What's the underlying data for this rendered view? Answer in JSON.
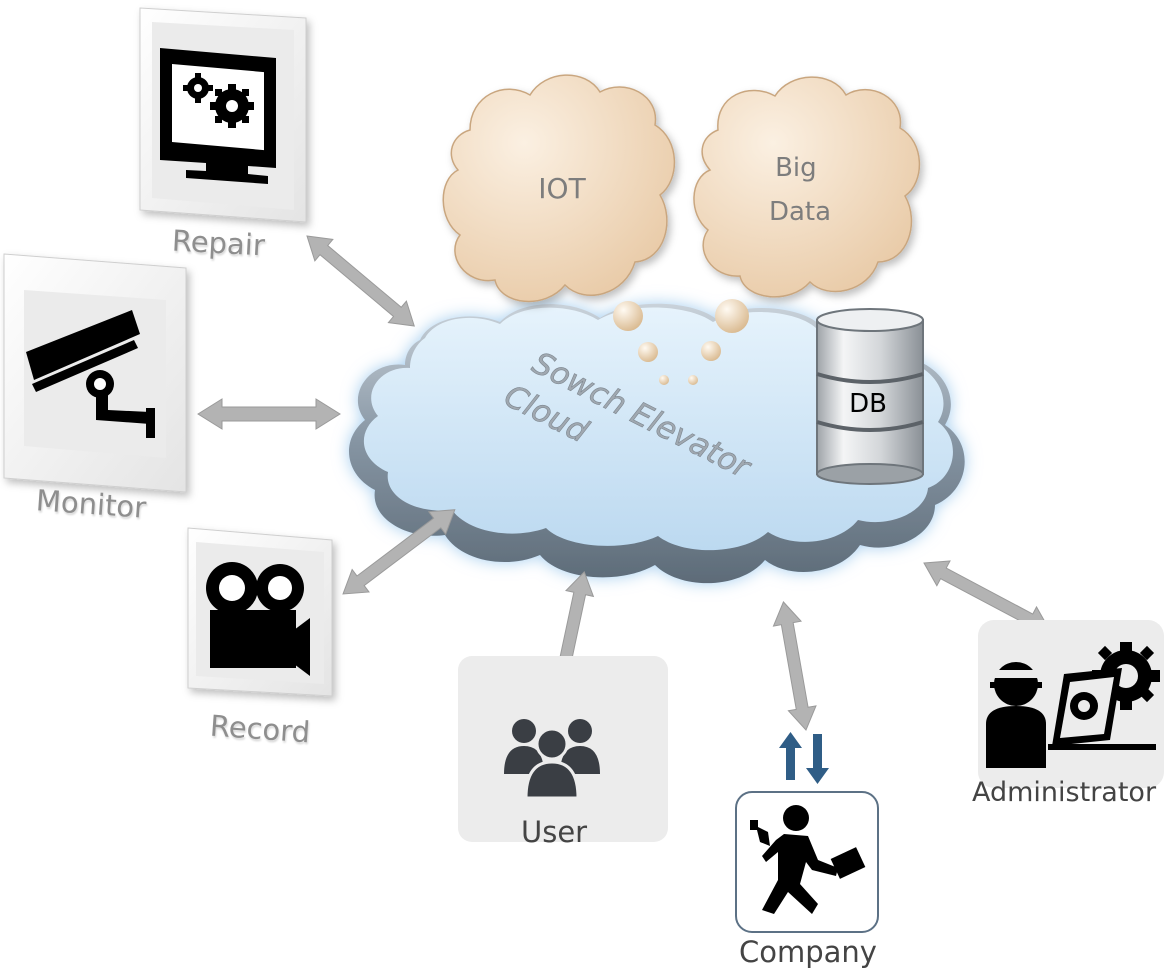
{
  "diagram": {
    "cloud_title_line1": "Sowch Elevator",
    "cloud_title_line2": "Cloud",
    "db_label": "DB",
    "thought_bubbles": [
      {
        "label": "IOT"
      },
      {
        "label_line1": "Big",
        "label_line2": "Data"
      }
    ],
    "nodes": {
      "repair": {
        "label": "Repair",
        "icon": "monitor-gears-icon"
      },
      "monitor": {
        "label": "Monitor",
        "icon": "security-camera-icon"
      },
      "record": {
        "label": "Record",
        "icon": "video-camera-icon"
      },
      "user": {
        "label": "User",
        "icon": "user-group-icon"
      },
      "company": {
        "label": "Company",
        "icon": "technician-with-briefcase-icon"
      },
      "administrator": {
        "label": "Administrator",
        "icon": "admin-laptop-gear-icon"
      }
    },
    "colors": {
      "cloud_fill": "#cfe6f8",
      "cloud_rim": "#8a9aa8",
      "bubble_fill": "#f3dcc0",
      "arrow": "#a9a9a9",
      "transfer_arrows": "#2f5d86",
      "icon": "#000000"
    }
  }
}
